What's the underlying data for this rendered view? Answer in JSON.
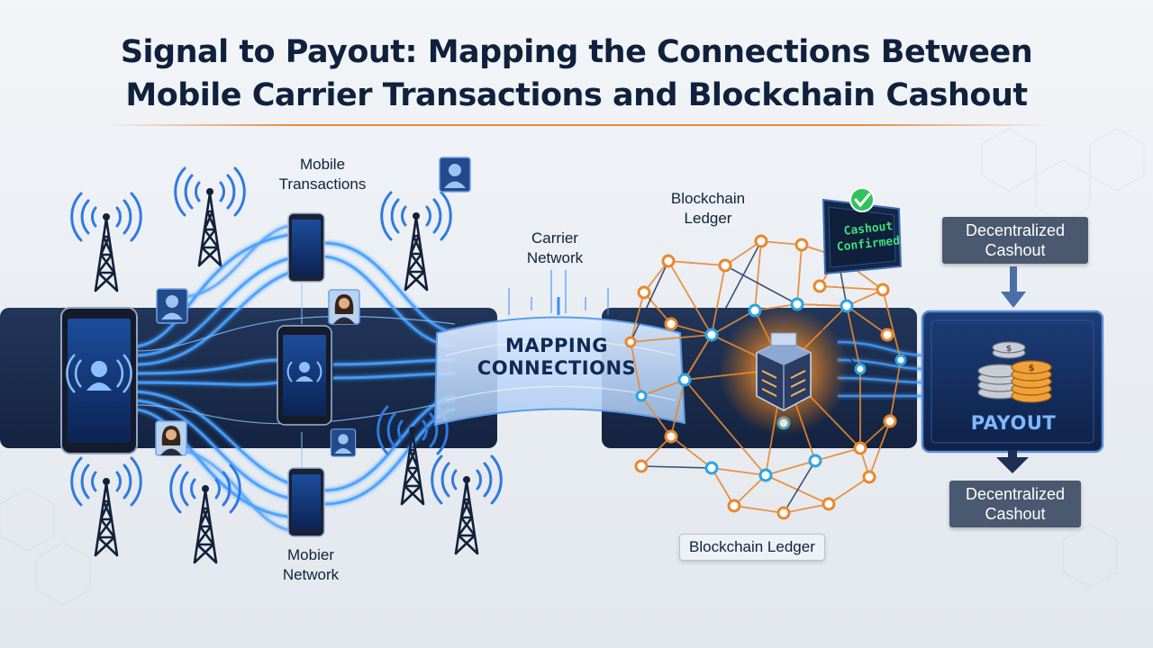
{
  "title": {
    "line1": "Signal to Payout: Mapping the Connections Between",
    "line2": "Mobile Carrier Transactions and Blockchain Cashout"
  },
  "labels": {
    "mobile_transactions_1": "Mobile",
    "mobile_transactions_2": "Transactions",
    "mobile_network_1": "Mobier",
    "mobile_network_2": "Network",
    "carrier_network_1": "Carrier",
    "carrier_network_2": "Network",
    "ledger_top_1": "Blockchain",
    "ledger_top_2": "Ledger",
    "ledger_bottom": "Blockchain Ledger",
    "mapping_1": "MAPPING",
    "mapping_2": "CONNECTIONS",
    "cashout_confirmed_1": "Cashout",
    "cashout_confirmed_2": "Confirmed",
    "decentralized_top_1": "Decentralized",
    "decentralized_top_2": "Cashout",
    "decentralized_bottom_1": "Decentralized",
    "decentralized_bottom_2": "Cashout",
    "payout": "PAYOUT"
  },
  "icons": {
    "tower": "cell-tower-icon",
    "phone": "smartphone-icon",
    "user": "user-avatar-icon",
    "check": "check-circle-icon",
    "coins": "coin-stack-icon",
    "server": "blockchain-server-icon"
  },
  "colors": {
    "navy": "#10213d",
    "band": "#1a2a4a",
    "blue_glow": "#3d8cff",
    "orange": "#e8892e",
    "check_green": "#2fc45a",
    "title_rule": "#e88a3c"
  }
}
